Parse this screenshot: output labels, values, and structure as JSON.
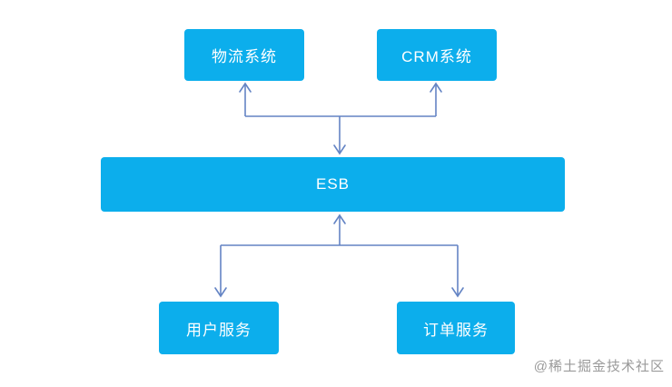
{
  "diagram": {
    "type": "esb-architecture",
    "nodes": {
      "logistics": {
        "label": "物流系统"
      },
      "crm": {
        "label": "CRM系统"
      },
      "esb": {
        "label": "ESB"
      },
      "user_service": {
        "label": "用户服务"
      },
      "order_service": {
        "label": "订单服务"
      }
    },
    "edges": [
      {
        "from": "esb",
        "to": "logistics",
        "arrow": "into-logistics"
      },
      {
        "from": "esb",
        "to": "crm",
        "arrow": "into-crm"
      },
      {
        "from": "top-junction",
        "to": "esb",
        "arrow": "into-esb-top"
      },
      {
        "from": "bottom-junction",
        "to": "esb",
        "arrow": "into-esb-bottom"
      },
      {
        "from": "esb",
        "to": "user_service",
        "arrow": "into-user-service"
      },
      {
        "from": "esb",
        "to": "order_service",
        "arrow": "into-order-service"
      }
    ],
    "colors": {
      "node_fill": "#0caeec",
      "node_text": "#ffffff",
      "connector": "#6484c4",
      "watermark": "#9a9a9a",
      "background": "#ffffff"
    },
    "watermark": "@稀土掘金技术社区"
  }
}
